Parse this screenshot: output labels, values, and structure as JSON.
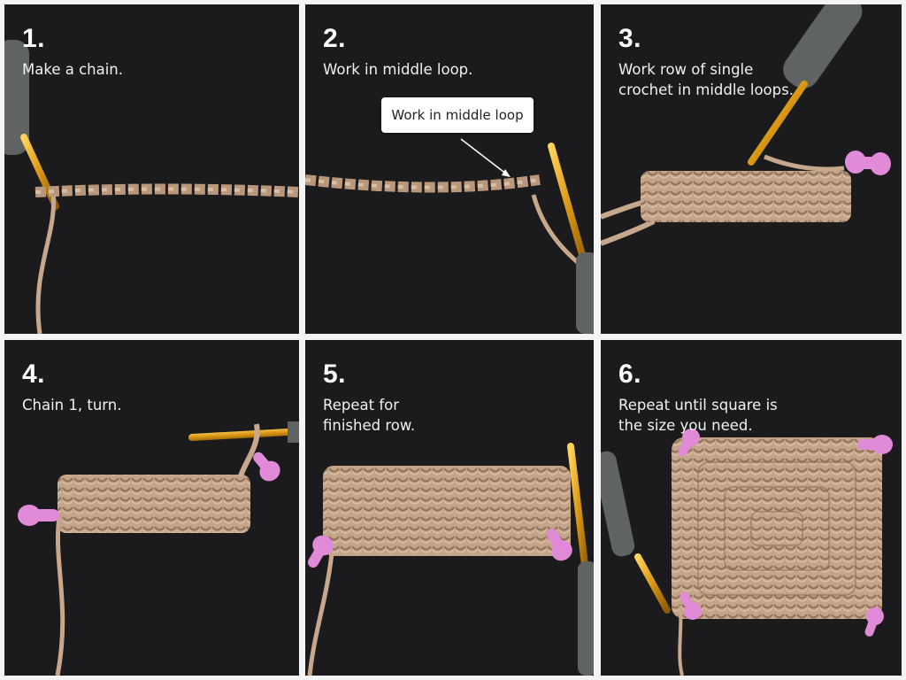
{
  "steps": [
    {
      "number": "1.",
      "caption": "Make a chain."
    },
    {
      "number": "2.",
      "caption": "Work in middle loop.",
      "callout": "Work in middle loop"
    },
    {
      "number": "3.",
      "caption": "Work row of single\ncrochet in middle loops."
    },
    {
      "number": "4.",
      "caption": "Chain 1, turn."
    },
    {
      "number": "5.",
      "caption": "Repeat for\nfinished row."
    },
    {
      "number": "6.",
      "caption": "Repeat until square is\nthe size you need."
    }
  ],
  "colors": {
    "background_panel": "#1b1b1d",
    "yarn": "#c7a88c",
    "yarn_dark": "#9c7f66",
    "hook_gold": "#e0a21c",
    "hook_handle": "#5f6362",
    "stitch_marker": "#e08ad8"
  }
}
